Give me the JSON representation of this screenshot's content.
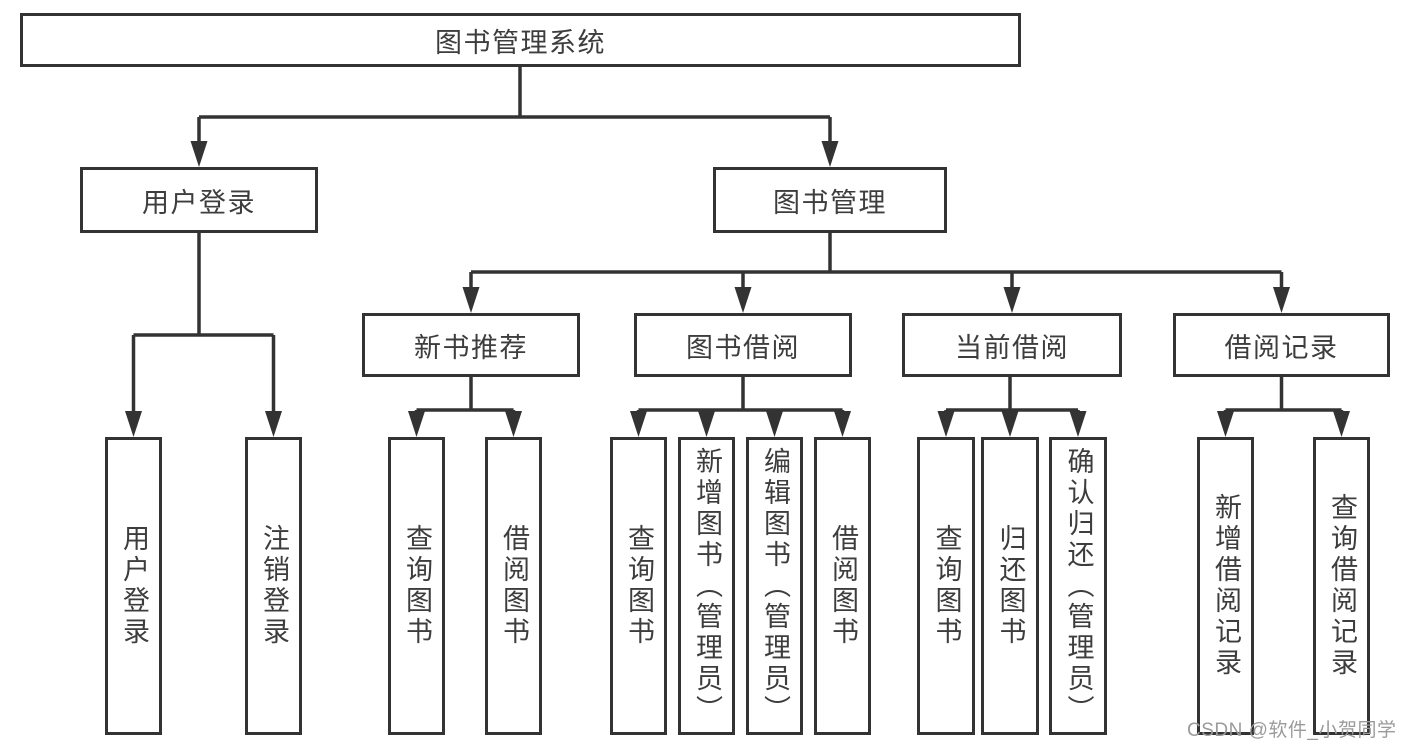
{
  "diagram": {
    "root": {
      "label": "图书管理系统",
      "children": [
        {
          "label": "用户登录",
          "children": [
            {
              "label": "用户登录"
            },
            {
              "label": "注销登录"
            }
          ]
        },
        {
          "label": "图书管理",
          "children": [
            {
              "label": "新书推荐",
              "children": [
                {
                  "label": "查询图书"
                },
                {
                  "label": "借阅图书"
                }
              ]
            },
            {
              "label": "图书借阅",
              "children": [
                {
                  "label": "查询图书"
                },
                {
                  "label": "新增图书（管理员）"
                },
                {
                  "label": "编辑图书（管理员）"
                },
                {
                  "label": "借阅图书"
                }
              ]
            },
            {
              "label": "当前借阅",
              "children": [
                {
                  "label": "查询图书"
                },
                {
                  "label": "归还图书"
                },
                {
                  "label": "确认归还（管理员）"
                }
              ]
            },
            {
              "label": "借阅记录",
              "children": [
                {
                  "label": "新增借阅记录"
                },
                {
                  "label": "查询借阅记录"
                }
              ]
            }
          ]
        }
      ]
    }
  },
  "watermark": {
    "text": "CSDN @软件_小贺同学"
  },
  "colors": {
    "line": "#333333",
    "box_border": "#333333",
    "box_fill": "#ffffff",
    "text": "#3d3d3d",
    "watermark_text": "#9b9b9b",
    "background": "#ffffff"
  }
}
